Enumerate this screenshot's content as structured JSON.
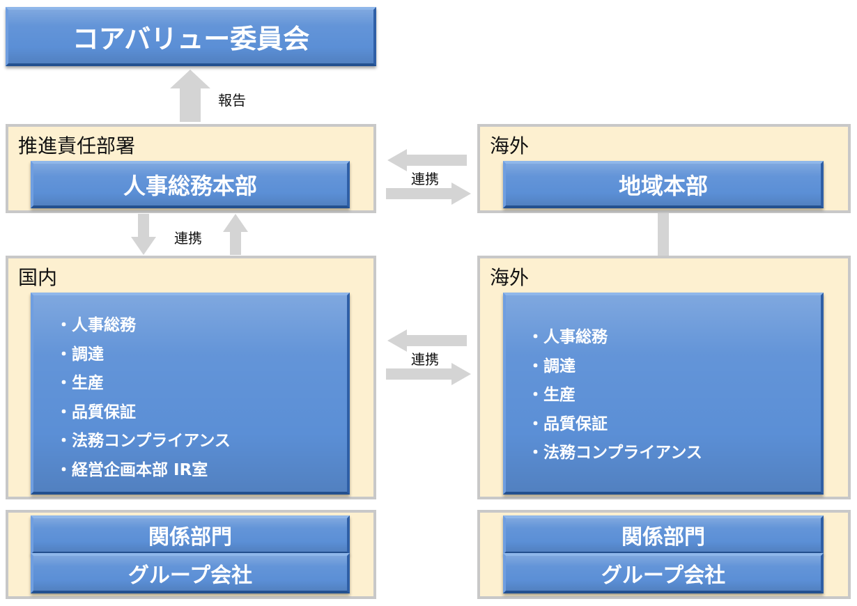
{
  "committee": {
    "label": "コアバリュー委員会"
  },
  "report_label": "報告",
  "responsible": {
    "label": "推進責任部署",
    "box": "人事総務本部"
  },
  "overseas_top": {
    "label": "海外",
    "box": "地域本部"
  },
  "link_label_top": "連携",
  "link_label_vertical": "連携",
  "link_label_middle": "連携",
  "domestic": {
    "label": "国内",
    "items": [
      "・人事総務",
      "・調達",
      "・生産",
      "・品質保証",
      "・法務コンプライアンス",
      "・経営企画本部 IR室"
    ]
  },
  "overseas_bottom": {
    "label": "海外",
    "items": [
      "・人事総務",
      "・調達",
      "・生産",
      "・品質保証",
      "・法務コンプライアンス"
    ]
  },
  "left_footer": {
    "related": "関係部門",
    "group": "グループ会社"
  },
  "right_footer": {
    "related": "関係部門",
    "group": "グループ会社"
  },
  "colors": {
    "box_blue": "#5b8fd6",
    "panel_fill": "#fdf0d0",
    "panel_border": "#c8c8c8",
    "arrow_gray": "#d4d4d4"
  }
}
